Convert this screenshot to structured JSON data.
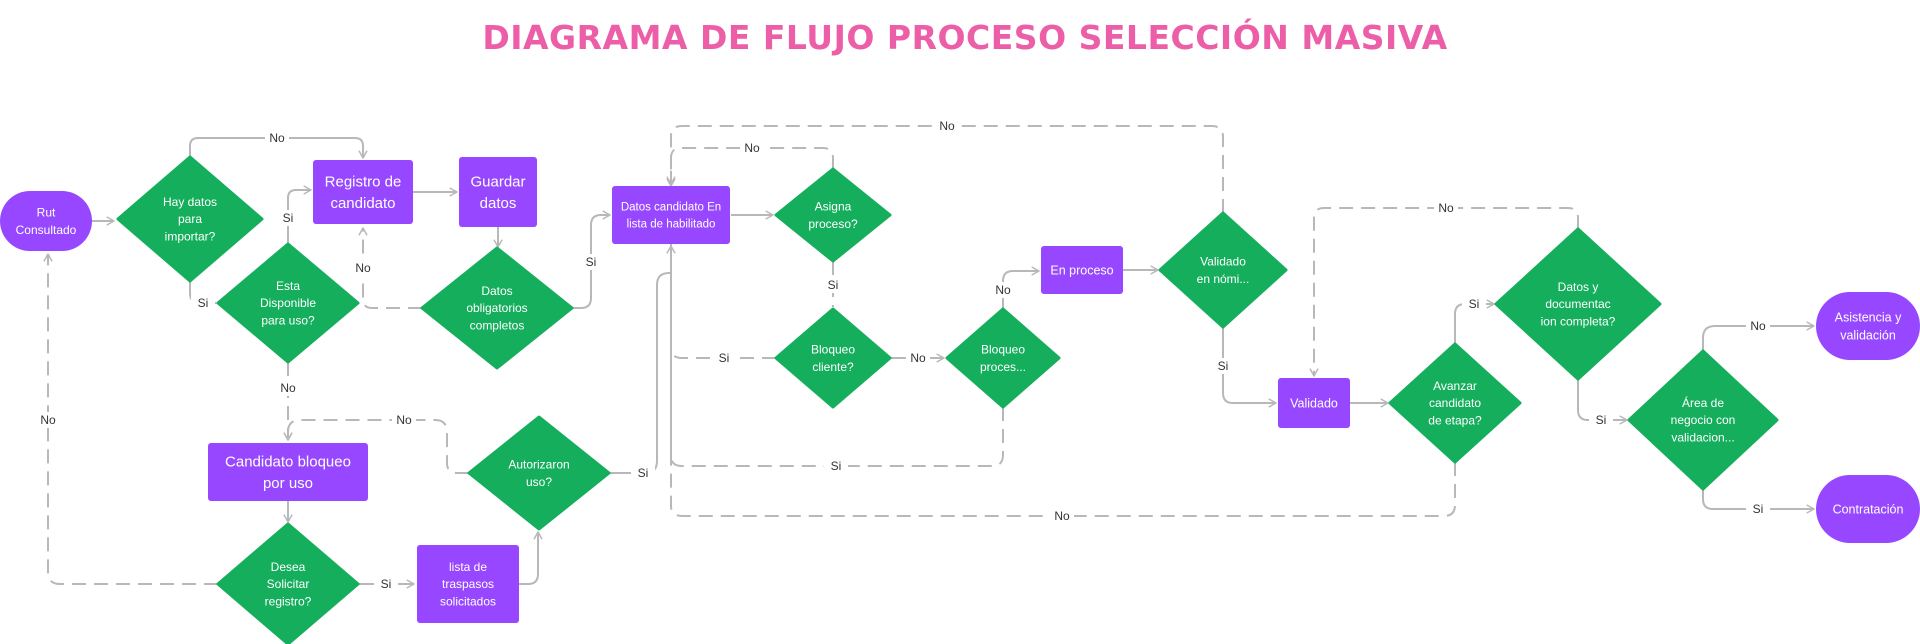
{
  "title": "DIAGRAMA DE FLUJO PROCESO SELECCIÓN MASIVA",
  "colors": {
    "purple": "#9747ff",
    "green": "#14ae5c",
    "connector": "#b8b8b8",
    "title": "#ec5fa8"
  },
  "nodes": {
    "rut": {
      "shape": "pill",
      "lines": [
        "Rut",
        "Consultado"
      ]
    },
    "hay_datos": {
      "shape": "diamond",
      "lines": [
        "Hay datos",
        "para",
        "importar?"
      ]
    },
    "registro": {
      "shape": "rect",
      "lines": [
        "Registro de",
        "candidato"
      ]
    },
    "guardar": {
      "shape": "rect",
      "lines": [
        "Guardar",
        "datos"
      ]
    },
    "esta_disponible": {
      "shape": "diamond",
      "lines": [
        "Esta",
        "Disponible",
        "para uso?"
      ]
    },
    "datos_obligatorios": {
      "shape": "diamond",
      "lines": [
        "Datos",
        "obligatorios",
        "completos"
      ]
    },
    "datos_habilitado": {
      "shape": "rect",
      "lines": [
        "Datos candidato En",
        "lista de habilitado"
      ]
    },
    "asigna_proceso": {
      "shape": "diamond",
      "lines": [
        "Asigna",
        "proceso?"
      ]
    },
    "bloqueo_cliente": {
      "shape": "diamond",
      "lines": [
        "Bloqueo",
        "cliente?"
      ]
    },
    "bloqueo_proceso": {
      "shape": "diamond",
      "lines": [
        "Bloqueo",
        "proces..."
      ]
    },
    "en_proceso": {
      "shape": "rect",
      "lines": [
        "En proceso"
      ]
    },
    "validado_nomina": {
      "shape": "diamond",
      "lines": [
        "Validado",
        "en nómi..."
      ]
    },
    "validado": {
      "shape": "rect",
      "lines": [
        "Validado"
      ]
    },
    "avanzar": {
      "shape": "diamond",
      "lines": [
        "Avanzar",
        "candidato",
        "de etapa?"
      ]
    },
    "datos_doc": {
      "shape": "diamond",
      "lines": [
        "Datos y",
        "documentac",
        "ion completa?"
      ]
    },
    "area_negocio": {
      "shape": "diamond",
      "lines": [
        "Área de",
        "negocio con",
        "validacion..."
      ]
    },
    "asistencia": {
      "shape": "pill",
      "lines": [
        "Asistencia y",
        "validación"
      ]
    },
    "contratacion": {
      "shape": "pill",
      "lines": [
        "Contratación"
      ]
    },
    "candidato_bloqueo": {
      "shape": "rect",
      "lines": [
        "Candidato bloqueo",
        "por uso"
      ]
    },
    "autorizaron": {
      "shape": "diamond",
      "lines": [
        "Autorizaron",
        "uso?"
      ]
    },
    "desea_solicitar": {
      "shape": "diamond",
      "lines": [
        "Desea",
        "Solicitar",
        "registro?"
      ]
    },
    "traspasos": {
      "shape": "rect",
      "lines": [
        "lista de",
        "traspasos",
        "solicitados"
      ]
    }
  },
  "edges": [
    {
      "from": "rut",
      "to": "hay_datos",
      "style": "solid",
      "label": ""
    },
    {
      "from": "hay_datos",
      "to": "registro",
      "style": "solid",
      "label": "No"
    },
    {
      "from": "hay_datos",
      "to": "esta_disponible",
      "style": "solid",
      "label": "Si"
    },
    {
      "from": "esta_disponible",
      "to": "registro",
      "style": "solid",
      "label": "Si"
    },
    {
      "from": "registro",
      "to": "guardar",
      "style": "solid",
      "label": ""
    },
    {
      "from": "guardar",
      "to": "datos_obligatorios",
      "style": "solid",
      "label": ""
    },
    {
      "from": "datos_obligatorios",
      "to": "registro",
      "style": "dashed",
      "label": "No"
    },
    {
      "from": "datos_obligatorios",
      "to": "datos_habilitado",
      "style": "solid",
      "label": "Si"
    },
    {
      "from": "esta_disponible",
      "to": "candidato_bloqueo",
      "style": "dashed",
      "label": "No"
    },
    {
      "from": "candidato_bloqueo",
      "to": "desea_solicitar",
      "style": "solid",
      "label": ""
    },
    {
      "from": "desea_solicitar",
      "to": "rut",
      "style": "dashed",
      "label": "No"
    },
    {
      "from": "desea_solicitar",
      "to": "traspasos",
      "style": "solid",
      "label": "Si"
    },
    {
      "from": "traspasos",
      "to": "autorizaron",
      "style": "solid",
      "label": ""
    },
    {
      "from": "autorizaron",
      "to": "candidato_bloqueo",
      "style": "dashed",
      "label": "No"
    },
    {
      "from": "autorizaron",
      "to": "datos_habilitado",
      "style": "solid",
      "label": "Si"
    },
    {
      "from": "datos_habilitado",
      "to": "asigna_proceso",
      "style": "solid",
      "label": ""
    },
    {
      "from": "asigna_proceso",
      "to": "datos_habilitado",
      "style": "dashed",
      "label": "No"
    },
    {
      "from": "asigna_proceso",
      "to": "bloqueo_cliente",
      "style": "dashed",
      "label": "Si"
    },
    {
      "from": "bloqueo_cliente",
      "to": "datos_habilitado",
      "style": "dashed",
      "label": "Si"
    },
    {
      "from": "bloqueo_cliente",
      "to": "bloqueo_proceso",
      "style": "solid",
      "label": "No"
    },
    {
      "from": "bloqueo_proceso",
      "to": "datos_habilitado",
      "style": "dashed",
      "label": "Si"
    },
    {
      "from": "bloqueo_proceso",
      "to": "en_proceso",
      "style": "solid",
      "label": "No"
    },
    {
      "from": "en_proceso",
      "to": "validado_nomina",
      "style": "solid",
      "label": ""
    },
    {
      "from": "validado_nomina",
      "to": "datos_habilitado",
      "style": "dashed",
      "label": "No"
    },
    {
      "from": "validado_nomina",
      "to": "validado",
      "style": "solid",
      "label": "Si"
    },
    {
      "from": "validado",
      "to": "avanzar",
      "style": "solid",
      "label": ""
    },
    {
      "from": "avanzar",
      "to": "datos_habilitado",
      "style": "dashed",
      "label": "No"
    },
    {
      "from": "avanzar",
      "to": "datos_doc",
      "style": "solid",
      "label": "Si"
    },
    {
      "from": "datos_doc",
      "to": "validado",
      "style": "dashed",
      "label": "No"
    },
    {
      "from": "datos_doc",
      "to": "area_negocio",
      "style": "solid",
      "label": "Si"
    },
    {
      "from": "area_negocio",
      "to": "asistencia",
      "style": "solid",
      "label": "No"
    },
    {
      "from": "area_negocio",
      "to": "contratacion",
      "style": "solid",
      "label": "Si"
    }
  ]
}
